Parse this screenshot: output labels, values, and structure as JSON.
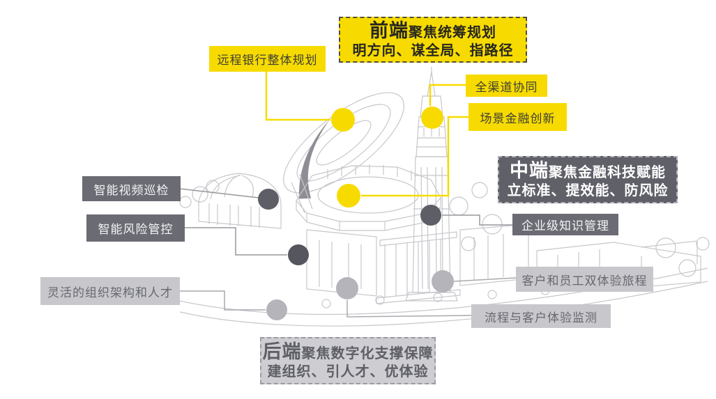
{
  "headlines": {
    "front": {
      "emphasis": "前端",
      "title": "聚焦统筹规划",
      "subtitle": "明方向、谋全局、指路径"
    },
    "middle": {
      "emphasis": "中端",
      "title": "聚焦金融科技赋能",
      "subtitle": "立标准、提效能、防风险"
    },
    "back": {
      "emphasis": "后端",
      "title": "聚焦数字化支撑保障",
      "subtitle": "建组织、引人才、优体验"
    }
  },
  "labels": {
    "remote_banking_plan": "远程银行整体规划",
    "omni_channel": "全渠道协同",
    "scene_finance": "场景金融创新",
    "smart_video_inspection": "智能视频巡检",
    "smart_risk_control": "智能风险管控",
    "enterprise_knowledge": "企业级知识管理",
    "flexible_org_talent": "灵活的组织架构和人才",
    "customer_employee_journey": "客户和员工双体验旅程",
    "process_experience_monitor": "流程与客户体验监测"
  },
  "colors": {
    "accent_yellow": "#F7DB00",
    "dark_gray_box": "#6A6B73",
    "dark_headline": "#5F6068",
    "light_gray_box": "#C7C7CC",
    "light_headline": "#CDCDD2",
    "dark_dot": "#5D5E66",
    "light_dot": "#B4B4BA",
    "sketch_line": "#C7C7CC"
  }
}
